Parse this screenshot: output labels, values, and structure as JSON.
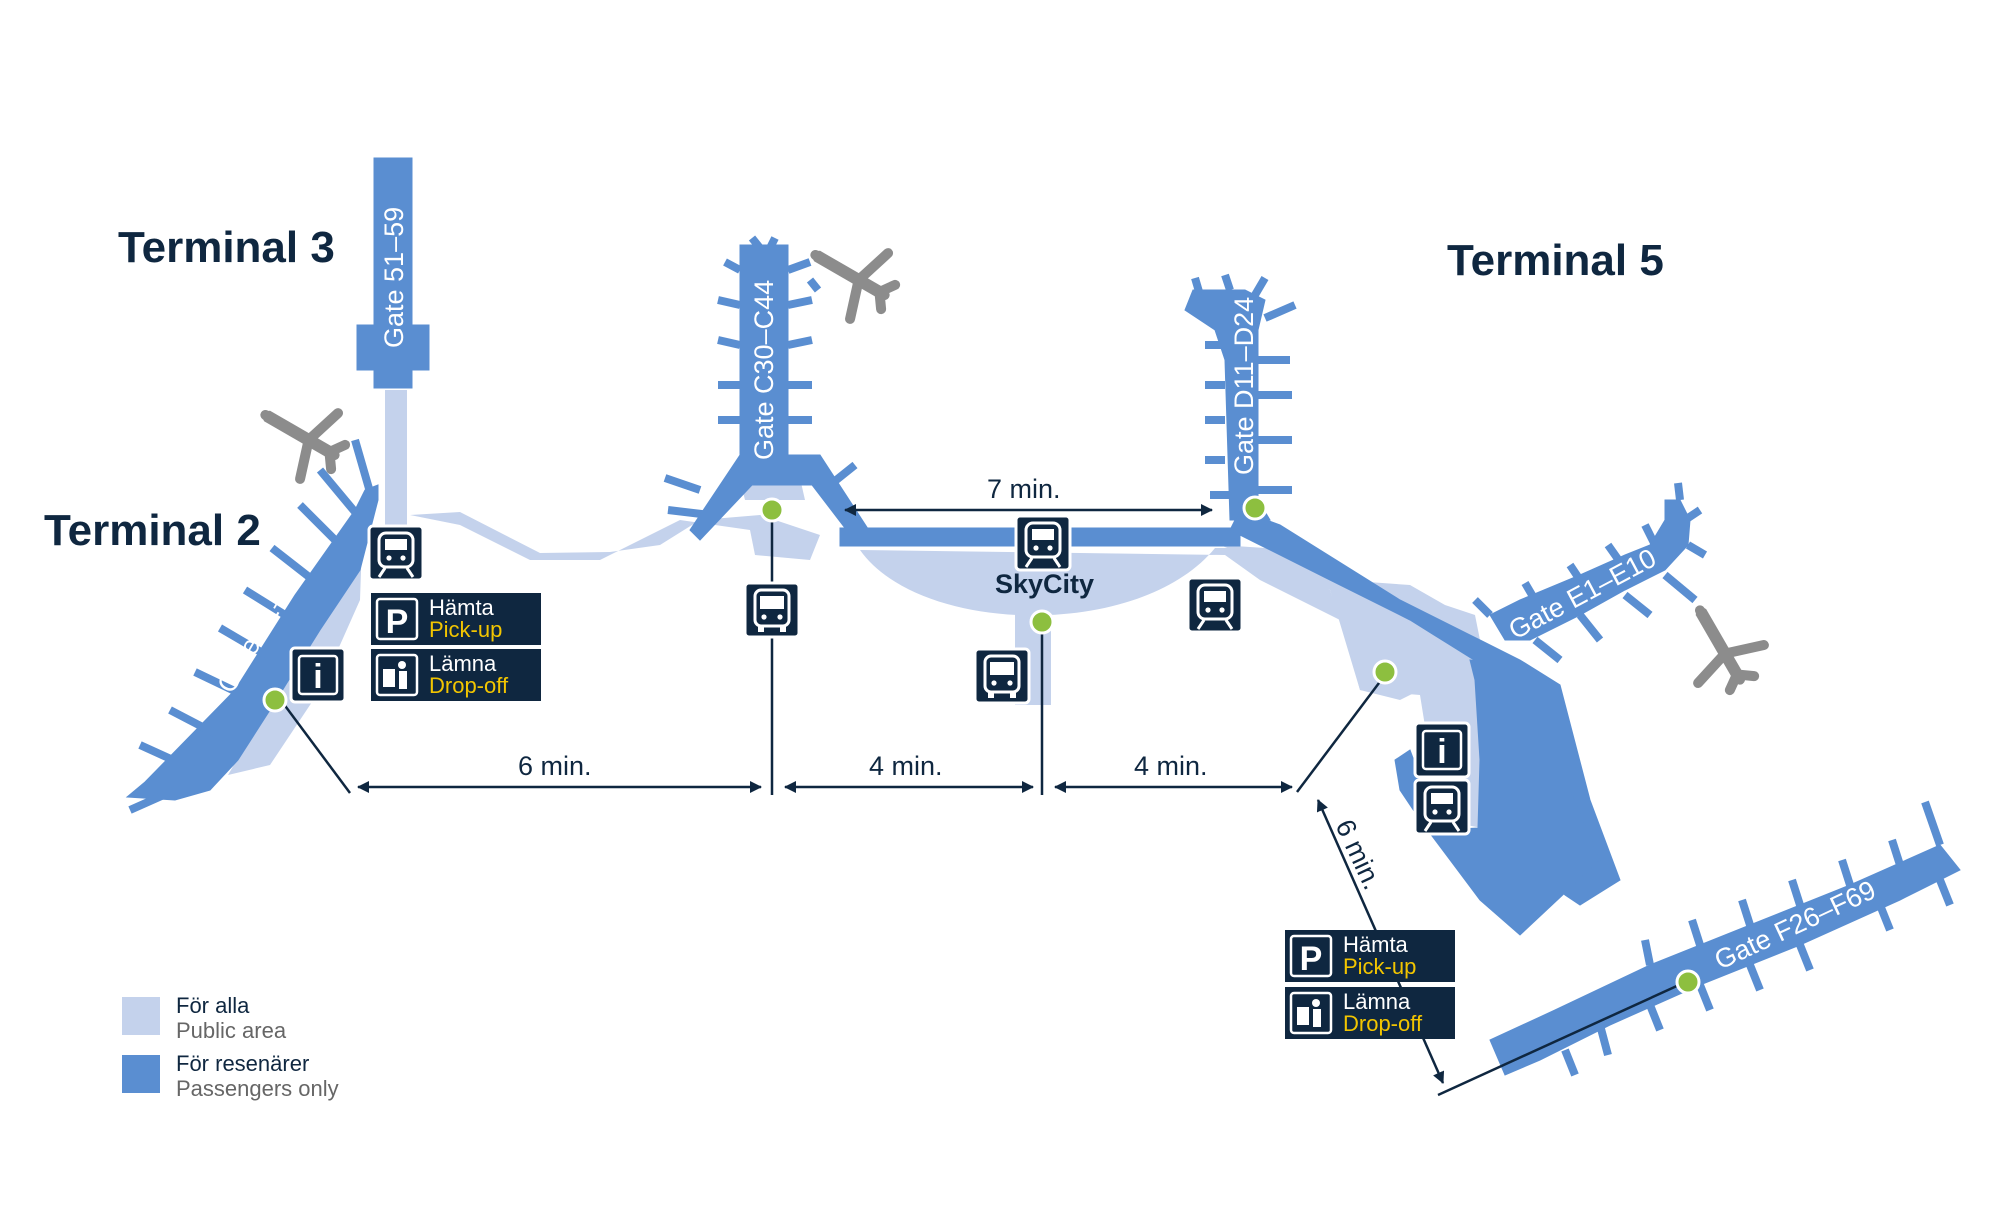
{
  "colors": {
    "public_area": "#c4d2ec",
    "passengers_area": "#5a8ed1",
    "sign_bg": "#0f2740",
    "sign_accent": "#f2c500",
    "point": "#8dbf3f",
    "text": "#0f2740",
    "plane": "#8c8c8c"
  },
  "terminals": {
    "t2": "Terminal 2",
    "t3": "Terminal 3",
    "t5": "Terminal 5"
  },
  "gates": {
    "g61_87": "Gate 61–87",
    "g51_59": "Gate 51–59",
    "gC": "Gate C30–C44",
    "gD": "Gate D11–D24",
    "gE": "Gate E1–E10",
    "gF": "Gate F26–F69"
  },
  "skycity": "SkyCity",
  "walk_times": {
    "t2_to_c": "6 min.",
    "c_to_sky": "4 min.",
    "sky_to_t5": "4 min.",
    "c_to_d": "7 min.",
    "t5_to_f": "6 min."
  },
  "signs": {
    "pickup_sv": "Hämta",
    "pickup_en": "Pick-up",
    "dropoff_sv": "Lämna",
    "dropoff_en": "Drop-off",
    "parking_letter": "P",
    "info_letter": "i"
  },
  "icons": [
    "train-icon",
    "bus-icon",
    "info-icon",
    "parking-icon",
    "drop-off-icon",
    "airplane-icon",
    "walk-point-icon"
  ],
  "legend": {
    "public_sv": "För alla",
    "public_en": "Public area",
    "passengers_sv": "För resenärer",
    "passengers_en": "Passengers only"
  }
}
